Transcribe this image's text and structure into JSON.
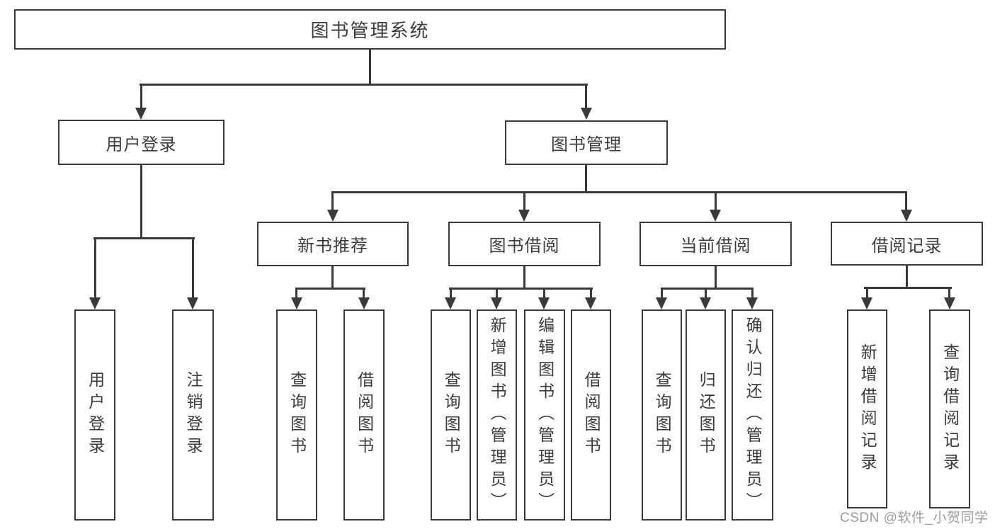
{
  "tree": {
    "root": {
      "label": "图书管理系统"
    },
    "branches": [
      {
        "label": "用户登录",
        "leaves": [
          {
            "label": "用户登录"
          },
          {
            "label": "注销登录"
          }
        ]
      },
      {
        "label": "图书管理",
        "groups": [
          {
            "label": "新书推荐",
            "leaves": [
              {
                "label": "查询图书"
              },
              {
                "label": "借阅图书"
              }
            ]
          },
          {
            "label": "图书借阅",
            "leaves": [
              {
                "label": "查询图书"
              },
              {
                "label": "新增图书（管理员）"
              },
              {
                "label": "编辑图书（管理员）"
              },
              {
                "label": "借阅图书"
              }
            ]
          },
          {
            "label": "当前借阅",
            "leaves": [
              {
                "label": "查询图书"
              },
              {
                "label": "归还图书"
              },
              {
                "label": "确认归还（管理员）"
              }
            ]
          },
          {
            "label": "借阅记录",
            "leaves": [
              {
                "label": "新增借阅记录"
              },
              {
                "label": "查询借阅记录"
              }
            ]
          }
        ]
      }
    ]
  },
  "watermark": "CSDN @软件_小贺同学",
  "colors": {
    "line": "#3a3a3a",
    "text": "#3c3c3c",
    "background": "#ffffff",
    "watermark": "#9d9d9d"
  }
}
